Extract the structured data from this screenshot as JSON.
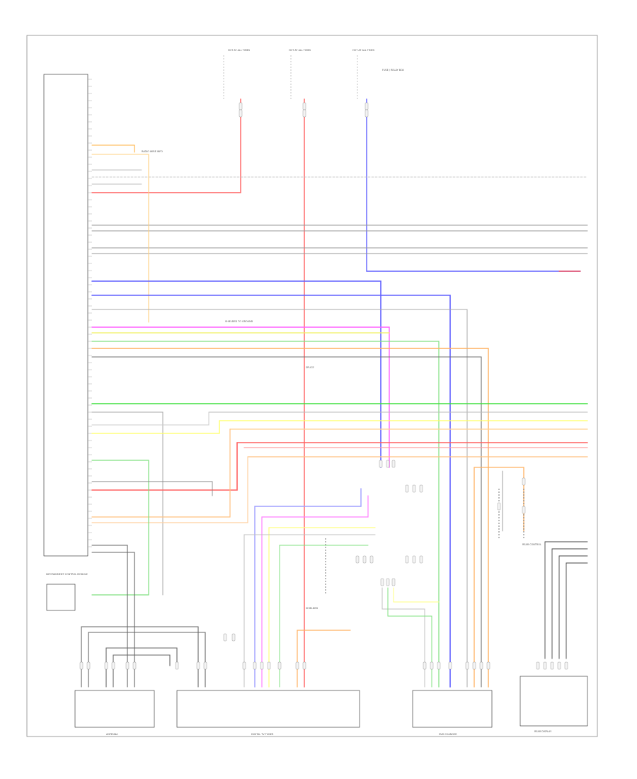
{
  "diagram": {
    "footer": "",
    "colors": {
      "red": "#ff4040",
      "pink": "#ff8080",
      "blue": "#5050ff",
      "magenta": "#ff40ff",
      "green": "#40e040",
      "yellow": "#ffff40",
      "orange": "#ffb040",
      "gray": "#a8a8a8",
      "black": "#303030"
    },
    "components": {
      "head_unit": {
        "label": "INFOTAINMENT CONTROL MODULE"
      },
      "antenna": {
        "label": "ANTENNA"
      },
      "digital_tv_tuner": {
        "label": "DIGITAL TV TUNER"
      },
      "dvd_changer": {
        "label": "DVD CHANGER"
      },
      "rear_display": {
        "label": "REAR DISPLAY"
      },
      "fuses": [
        {
          "label": "HOT AT ALL TIMES"
        },
        {
          "label": "HOT AT ALL TIMES"
        },
        {
          "label": "HOT AT ALL TIMES"
        }
      ],
      "fuse_note": "FUSE / RELAY BOX",
      "notes": [
        {
          "label": "RADIO WIRE INFO"
        },
        {
          "label": "SHIELDED TO GROUND"
        },
        {
          "label": "SPLICE"
        },
        {
          "label": "SHIELDED"
        },
        {
          "label": "REAR CONTROL"
        }
      ]
    }
  }
}
